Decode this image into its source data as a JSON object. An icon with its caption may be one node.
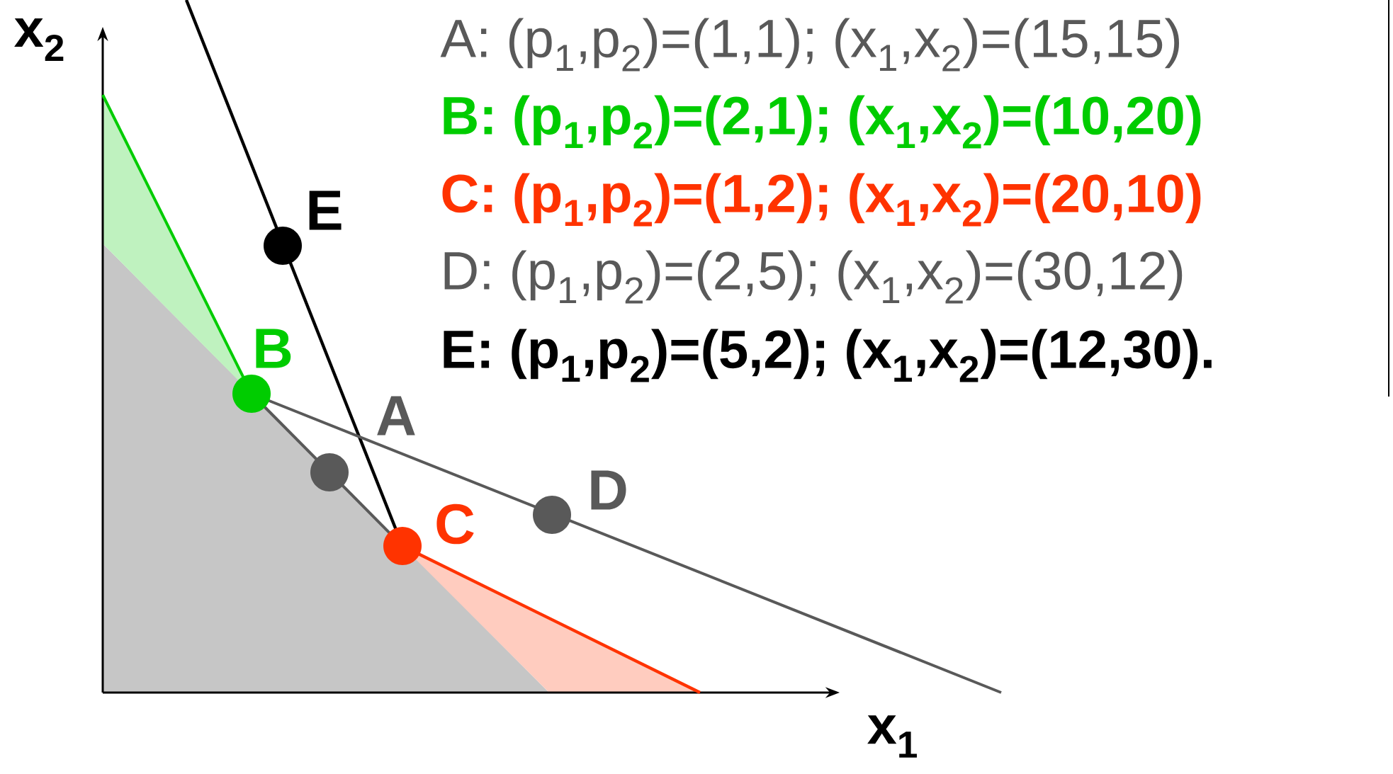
{
  "diagram": {
    "nodes": [
      {
        "text": [],
        "shape": "circle",
        "beside": [
          "E"
        ]
      },
      {
        "text": [],
        "shape": "circle",
        "beside": [
          "B"
        ]
      },
      {
        "text": [],
        "shape": "circle",
        "beside": [
          "A"
        ]
      },
      {
        "text": [],
        "shape": "circle",
        "beside": [
          "C"
        ]
      },
      {
        "text": [],
        "shape": "circle",
        "beside": [
          "D"
        ]
      }
    ],
    "labels": [
      "x$_{2}$",
      "x$_{1}$",
      "A: (p$_{1}$,p$_{2}$)=(1,1); (x$_{1}$,x$_{2}$)=(15,15)",
      "B: (p$_{1}$,p$_{2}$)=(2,1); (x$_{1}$,x$_{2}$)=(10,20)",
      "C: (p$_{1}$,p$_{2}$)=(1,2); (x$_{1}$,x$_{2}$)=(20,10)",
      "D: (p$_{1}$,p$_{2}$)=(2,5); (x$_{1}$,x$_{2}$)=(30,12)",
      "E: (p$_{1}$,p$_{2}$)=(5,2); (x$_{1}$,x$_{2}$)=(12,30)."
    ]
  }
}
